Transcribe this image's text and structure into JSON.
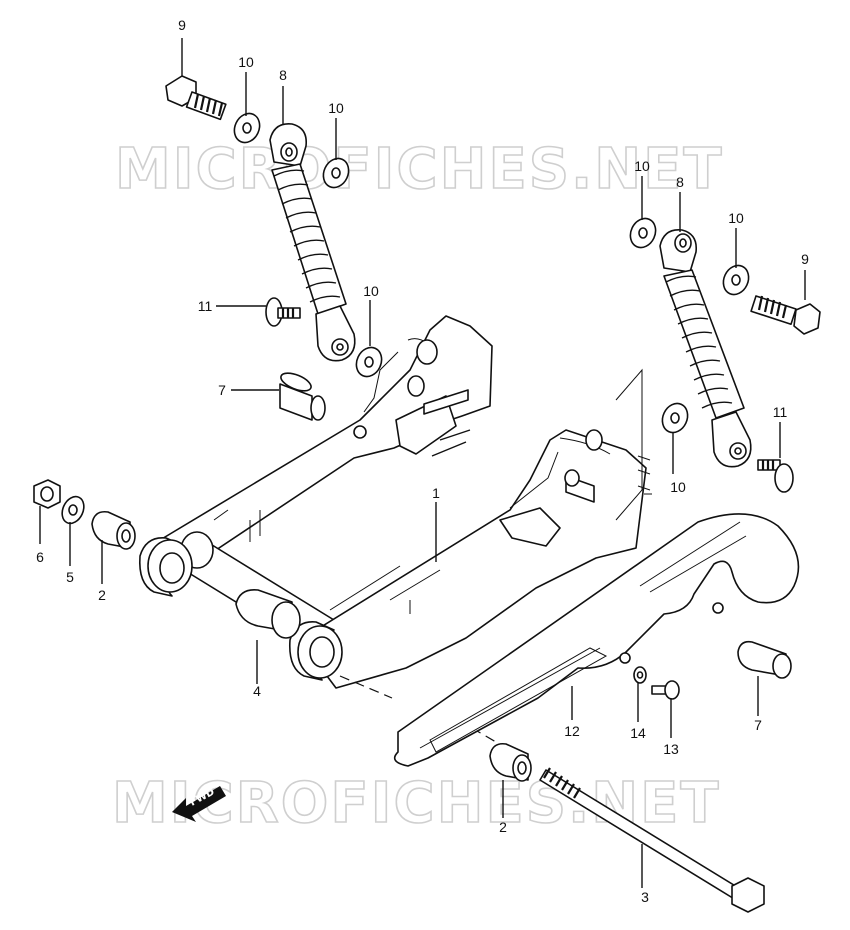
{
  "watermark": {
    "top": "MICROFICHES.NET",
    "bottom": "MICROFICHES.NET"
  },
  "fwd_badge": "FWD",
  "callouts": [
    {
      "id": "c-9-left",
      "part": "9"
    },
    {
      "id": "c-10-a",
      "part": "10"
    },
    {
      "id": "c-8-left",
      "part": "8"
    },
    {
      "id": "c-10-b",
      "part": "10"
    },
    {
      "id": "c-10-c",
      "part": "10"
    },
    {
      "id": "c-8-right",
      "part": "8"
    },
    {
      "id": "c-10-d",
      "part": "10"
    },
    {
      "id": "c-9-right",
      "part": "9"
    },
    {
      "id": "c-11-left",
      "part": "11"
    },
    {
      "id": "c-10-e",
      "part": "10"
    },
    {
      "id": "c-7-left",
      "part": "7"
    },
    {
      "id": "c-11-right",
      "part": "11"
    },
    {
      "id": "c-10-f",
      "part": "10"
    },
    {
      "id": "c-1",
      "part": "1"
    },
    {
      "id": "c-6",
      "part": "6"
    },
    {
      "id": "c-5",
      "part": "5"
    },
    {
      "id": "c-2-left",
      "part": "2"
    },
    {
      "id": "c-4",
      "part": "4"
    },
    {
      "id": "c-12",
      "part": "12"
    },
    {
      "id": "c-14",
      "part": "14"
    },
    {
      "id": "c-13",
      "part": "13"
    },
    {
      "id": "c-7-right",
      "part": "7"
    },
    {
      "id": "c-2-bottom",
      "part": "2"
    },
    {
      "id": "c-3",
      "part": "3"
    }
  ]
}
